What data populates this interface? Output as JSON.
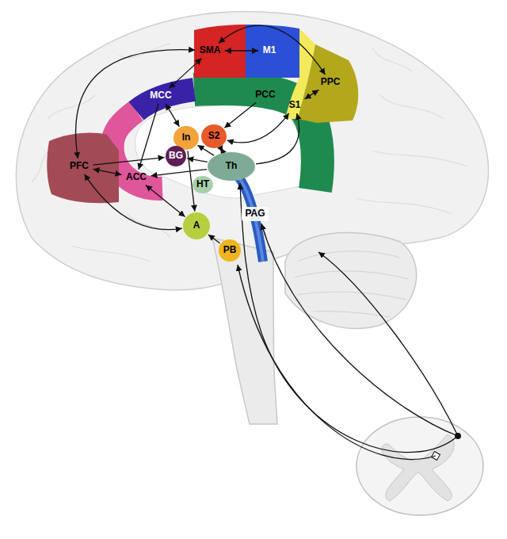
{
  "diagram": {
    "nodes": [
      {
        "text": [
          "SMA"
        ]
      },
      {
        "text": [
          "M1"
        ]
      },
      {
        "text": [
          "PPC"
        ]
      },
      {
        "text": [
          "MCC"
        ]
      },
      {
        "text": [
          "S1"
        ]
      },
      {
        "text": [
          "PCC"
        ]
      },
      {
        "text": [
          "PFC"
        ]
      },
      {
        "text": [
          "In"
        ]
      },
      {
        "text": [
          "S2"
        ]
      },
      {
        "text": [
          "BG"
        ]
      },
      {
        "text": [
          "ACC"
        ]
      },
      {
        "text": [
          "Th"
        ]
      },
      {
        "text": [
          "HT"
        ]
      },
      {
        "text": [
          "PAG"
        ]
      },
      {
        "text": [
          "A"
        ]
      },
      {
        "text": [
          "PB"
        ]
      }
    ],
    "edges": [
      {
        "from": 0,
        "to": 1,
        "arrow": "both"
      },
      {
        "from": 6,
        "to": 0,
        "arrow": "both"
      },
      {
        "from": 0,
        "to": 2,
        "arrow": "both"
      },
      {
        "from": 4,
        "to": 2,
        "arrow": "both"
      },
      {
        "from": 3,
        "to": 0,
        "arrow": "both"
      },
      {
        "from": 3,
        "to": 10,
        "arrow": "to"
      },
      {
        "from": 6,
        "to": 10,
        "arrow": "both"
      },
      {
        "from": 11,
        "to": 4,
        "arrow": "to"
      },
      {
        "from": 4,
        "to": 8,
        "arrow": "both"
      },
      {
        "from": 5,
        "to": 8,
        "arrow": "to"
      },
      {
        "from": 11,
        "to": 8,
        "arrow": "both"
      },
      {
        "from": 11,
        "to": 7,
        "arrow": "to"
      },
      {
        "from": 3,
        "to": 7,
        "arrow": "both"
      },
      {
        "from": 6,
        "to": 9,
        "arrow": "to"
      },
      {
        "from": 11,
        "to": 10,
        "arrow": "to"
      },
      {
        "from": 7,
        "to": 14,
        "arrow": "to"
      },
      {
        "from": 6,
        "to": 14,
        "arrow": "both"
      },
      {
        "from": 10,
        "to": 14,
        "arrow": "both"
      },
      {
        "from": 15,
        "to": 14,
        "arrow": "to"
      },
      {
        "from": 11,
        "to": 9,
        "arrow": "to"
      }
    ]
  }
}
